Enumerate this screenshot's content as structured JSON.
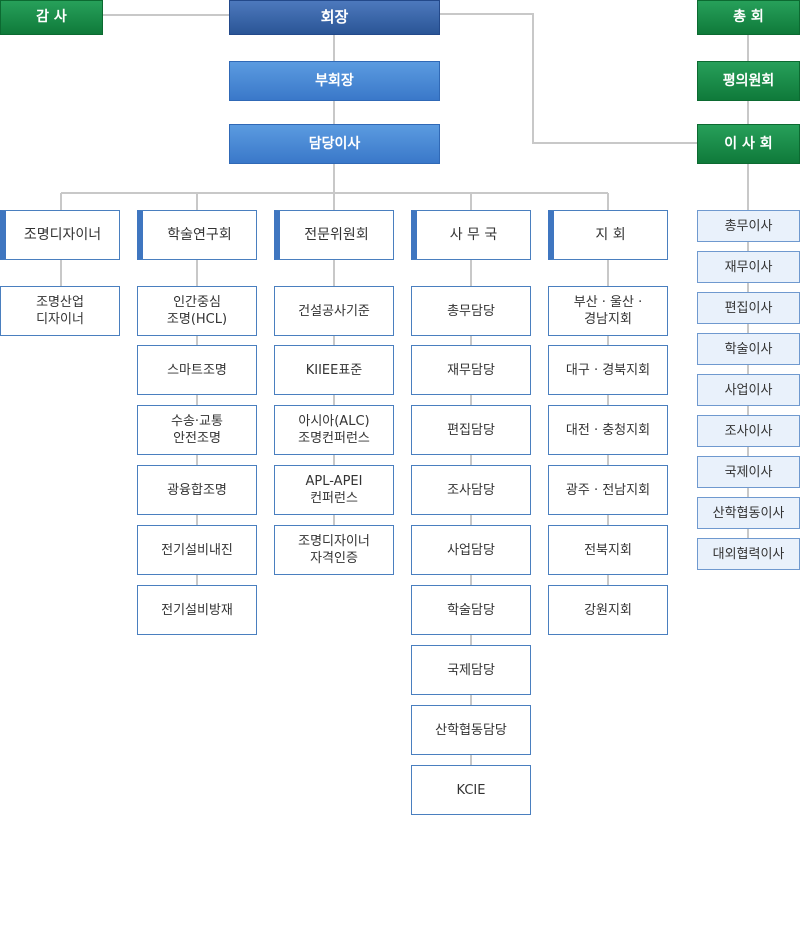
{
  "top": {
    "auditor": "감 사",
    "president": "회장",
    "general_assembly": "총 회",
    "vice_president": "부회장",
    "council": "평의원회",
    "director_in_charge": "담당이사",
    "board": "이 사 회"
  },
  "columns": [
    {
      "header": "조명디자이너",
      "items": [
        "조명산업\n디자이너"
      ]
    },
    {
      "header": "학술연구회",
      "items": [
        "인간중심\n조명(HCL)",
        "스마트조명",
        "수송·교통\n안전조명",
        "광융합조명",
        "전기설비내진",
        "전기설비방재"
      ]
    },
    {
      "header": "전문위원회",
      "items": [
        "건설공사기준",
        "KIIEE표준",
        "아시아(ALC)\n조명컨퍼런스",
        "APL-APEI\n컨퍼런스",
        "조명디자이너\n자격인증"
      ]
    },
    {
      "header": "사 무 국",
      "items": [
        "총무담당",
        "재무담당",
        "편집담당",
        "조사담당",
        "사업담당",
        "학술담당",
        "국제담당",
        "산학협동담당",
        "KCIE"
      ]
    },
    {
      "header": "지 회",
      "items": [
        "부산 · 울산 ·\n경남지회",
        "대구 · 경북지회",
        "대전 · 충청지회",
        "광주 · 전남지회",
        "전북지회",
        "강원지회"
      ]
    }
  ],
  "board_members": [
    "총무이사",
    "재무이사",
    "편집이사",
    "학술이사",
    "사업이사",
    "조사이사",
    "국제이사",
    "산학협동이사",
    "대외협력이사"
  ]
}
